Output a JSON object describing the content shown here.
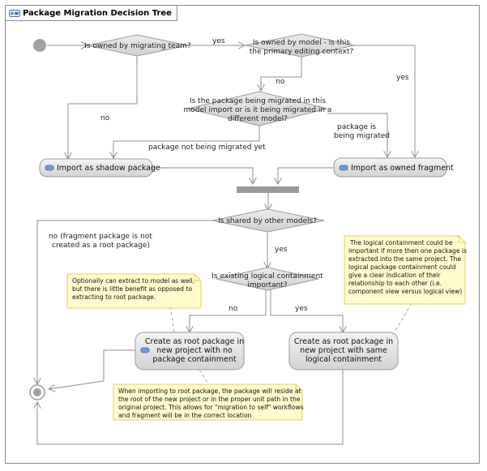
{
  "diagram": {
    "title": "Package Migration Decision Tree",
    "decisions": {
      "owned_by_team": "Is owned by migrating team?",
      "owned_by_model": [
        "Is owned by model - is this",
        "the primary editing context?"
      ],
      "being_migrated": [
        "Is the package being migrated in this",
        "model import or is it being migrated in a",
        "different model?"
      ],
      "shared": "Is shared by other models?",
      "logical_containment": [
        "Is existing logical containment",
        "important?"
      ]
    },
    "actions": {
      "import_shadow": "Import as shadow package",
      "import_owned": "Import as owned fragment",
      "root_no_containment": [
        "Create as root package in",
        "new project with no",
        "package containment"
      ],
      "root_same_containment": [
        "Create as root package in",
        "new project with same",
        "logical containment"
      ]
    },
    "edge_labels": {
      "yes_team": "yes",
      "no_team": "no",
      "no_model": "no",
      "yes_model": "yes",
      "not_migrated": "package not being migrated yet",
      "is_migrated": [
        "package is",
        "being migrated"
      ],
      "no_shared": [
        "no (fragment package is not",
        "created as a root package)"
      ],
      "yes_shared": "yes",
      "no_logical": "no",
      "yes_logical": "yes"
    },
    "notes": {
      "extract_model": [
        "Optionally can extract to model as well,",
        "but there is little benefit as opposed to",
        "extracting to root package."
      ],
      "logical_containment": [
        "The logical containment could be",
        "important if more then one package is",
        "extracted into the same project. The",
        "logical package containment could",
        "give a clear indication of their",
        "relationship to each other (i.e.",
        "component view versus logical view)"
      ],
      "root_import": [
        "When importing to root package, the package will reside at",
        "the root of the new project or in the proper unit path in the",
        "original project. This allows for \"migration to self\" workflows",
        "and fragment will be in the correct location"
      ]
    }
  },
  "colors": {
    "line": "#8f8f8f",
    "decision_fill": "#dcdcdc",
    "action_fill": "#e2e2e2",
    "note_fill": "#fffbcc",
    "note_border": "#e0cf6a",
    "bar": "#9a9a9a"
  }
}
